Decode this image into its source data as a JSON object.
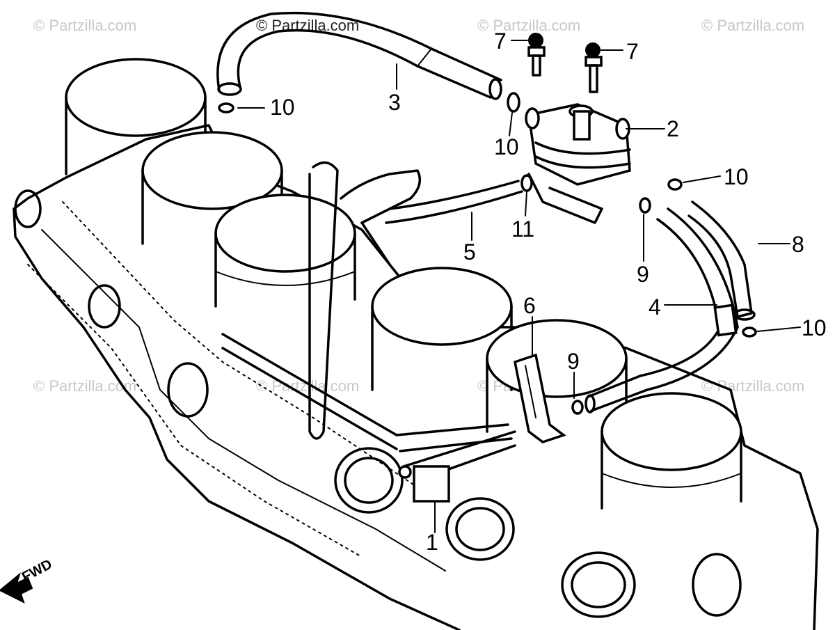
{
  "watermark": "© Partzilla.com",
  "fwd_label": "FWD",
  "callouts": [
    {
      "id": "c1",
      "text": "1"
    },
    {
      "id": "c2",
      "text": "2"
    },
    {
      "id": "c3",
      "text": "3"
    },
    {
      "id": "c4",
      "text": "4"
    },
    {
      "id": "c5",
      "text": "5"
    },
    {
      "id": "c6",
      "text": "6"
    },
    {
      "id": "c7a",
      "text": "7"
    },
    {
      "id": "c7b",
      "text": "7"
    },
    {
      "id": "c8",
      "text": "8"
    },
    {
      "id": "c9a",
      "text": "9"
    },
    {
      "id": "c9b",
      "text": "9"
    },
    {
      "id": "c10a",
      "text": "10"
    },
    {
      "id": "c10b",
      "text": "10"
    },
    {
      "id": "c10c",
      "text": "10"
    },
    {
      "id": "c10d",
      "text": "10"
    },
    {
      "id": "c11",
      "text": "11"
    }
  ]
}
